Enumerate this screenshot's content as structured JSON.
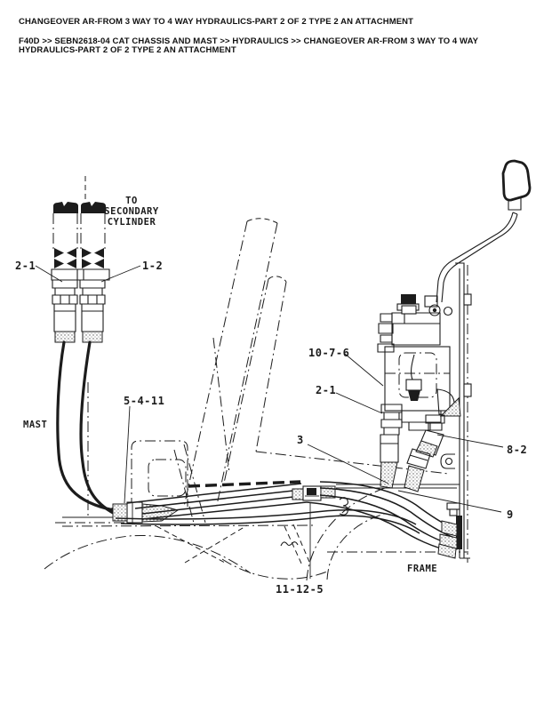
{
  "page": {
    "title": "CHANGEOVER AR-FROM 3 WAY TO 4 WAY HYDRAULICS-PART 2 OF 2 TYPE 2 AN ATTACHMENT",
    "breadcrumb": "F40D >> SEBN2618-04 CAT CHASSIS AND MAST >> HYDRAULICS >> CHANGEOVER AR-FROM 3 WAY TO 4 WAY HYDRAULICS-PART 2 OF 2 TYPE 2 AN ATTACHMENT"
  },
  "diagram": {
    "labels": {
      "to_secondary_cylinder": [
        "TO",
        "SECONDARY",
        "CYLINDER"
      ],
      "mast": "MAST",
      "frame": "FRAME"
    },
    "callouts": {
      "cyl_left_fitting": "2-1",
      "cyl_right_fitting": "1-2",
      "mast_hose_clamp": "5-4-11",
      "valve_group": "10-7-6",
      "valve_fitting": "2-1",
      "hose_front": "3",
      "elbow_fitting": "8-2",
      "hose_rear": "9",
      "frame_clamp": "11-12-5"
    },
    "colors": {
      "ink": "#1c1c1c",
      "paper": "#ffffff"
    }
  }
}
